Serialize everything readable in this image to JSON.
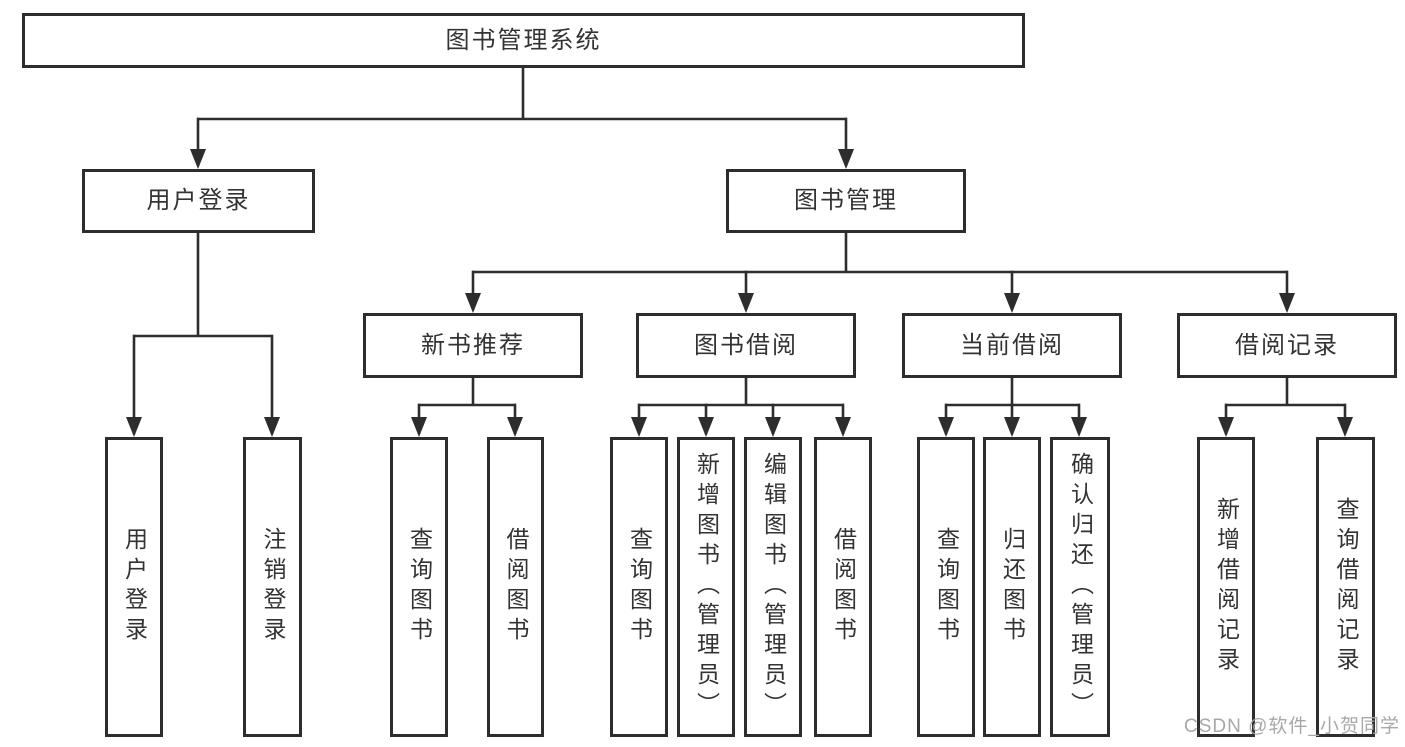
{
  "diagram": {
    "type": "hierarchy-tree",
    "root": {
      "label": "图书管理系统"
    },
    "level2": [
      {
        "label": "用户登录"
      },
      {
        "label": "图书管理"
      }
    ],
    "level3": [
      {
        "label": "新书推荐"
      },
      {
        "label": "图书借阅"
      },
      {
        "label": "当前借阅"
      },
      {
        "label": "借阅记录"
      }
    ],
    "leaves": [
      {
        "label": "用户登录"
      },
      {
        "label": "注销登录"
      },
      {
        "label": "查询图书"
      },
      {
        "label": "借阅图书"
      },
      {
        "label": "查询图书"
      },
      {
        "label": "新增图书（管理员）"
      },
      {
        "label": "编辑图书（管理员）"
      },
      {
        "label": "借阅图书"
      },
      {
        "label": "查询图书"
      },
      {
        "label": "归还图书"
      },
      {
        "label": "确认归还（管理员）"
      },
      {
        "label": "新增借阅记录"
      },
      {
        "label": "查询借阅记录"
      }
    ],
    "edges": [
      {
        "from": "图书管理系统",
        "to": [
          "用户登录",
          "图书管理"
        ]
      },
      {
        "from": "用户登录",
        "to": [
          "用户登录",
          "注销登录"
        ]
      },
      {
        "from": "图书管理",
        "to": [
          "新书推荐",
          "图书借阅",
          "当前借阅",
          "借阅记录"
        ]
      },
      {
        "from": "新书推荐",
        "to": [
          "查询图书",
          "借阅图书"
        ]
      },
      {
        "from": "图书借阅",
        "to": [
          "查询图书",
          "新增图书（管理员）",
          "编辑图书（管理员）",
          "借阅图书"
        ]
      },
      {
        "from": "当前借阅",
        "to": [
          "查询图书",
          "归还图书",
          "确认归还（管理员）"
        ]
      },
      {
        "from": "借阅记录",
        "to": [
          "新增借阅记录",
          "查询借阅记录"
        ]
      }
    ],
    "watermark": {
      "text": "CSDN @软件_小贺同学"
    },
    "colors": {
      "line": "#2d2d2d",
      "box_border": "#2d2d2d",
      "text": "#333333",
      "watermark": "#a8a8a8",
      "background": "#ffffff"
    }
  }
}
